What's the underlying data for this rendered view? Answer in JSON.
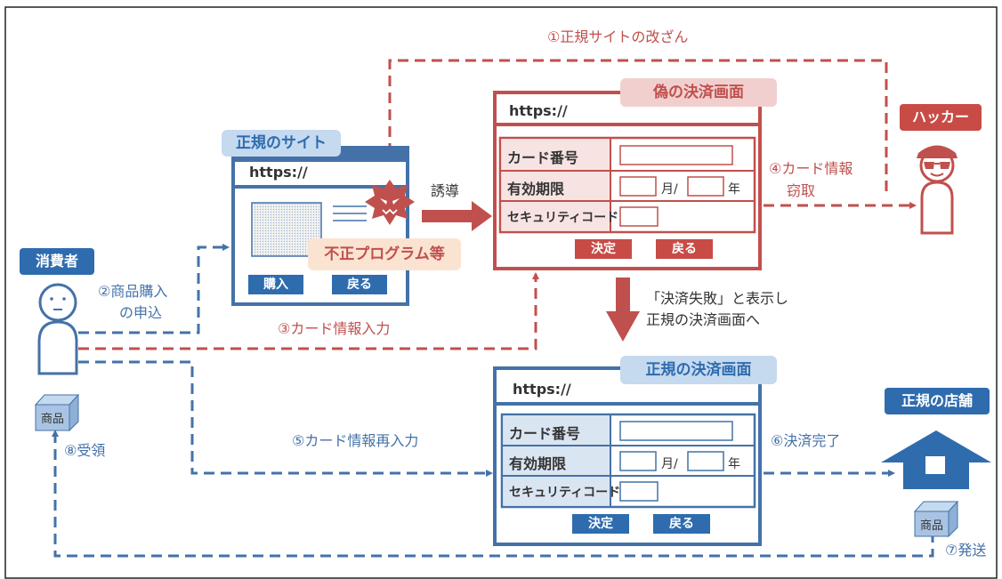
{
  "steps": {
    "s1": "①正規サイトの改ざん",
    "s2_line1": "②商品購入",
    "s2_line2": "の申込",
    "s3": "③カード情報入力",
    "s4_line1": "④カード情報",
    "s4_line2": "窃取",
    "s5": "⑤カード情報再入力",
    "s6": "⑥決済完了",
    "s7": "⑦発送",
    "s8": "⑧受領"
  },
  "labels": {
    "consumer": "消費者",
    "hacker": "ハッカー",
    "legit_site": "正規のサイト",
    "fake_payment": "偽の決済画面",
    "legit_payment": "正規の決済画面",
    "legit_store": "正規の店舗",
    "malware": "不正プログラム等",
    "redirect": "誘導",
    "fail_line1": "「決済失敗」と表示し",
    "fail_line2": "正規の決済画面へ",
    "goods": "商品"
  },
  "site": {
    "url": "https://",
    "buy": "購入",
    "back": "戻る"
  },
  "form": {
    "url": "https://",
    "card_number": "カード番号",
    "expiry": "有効期限",
    "security_code": "セキュリティコード",
    "month": "月/",
    "year": "年",
    "confirm": "決定",
    "back": "戻る"
  },
  "colors": {
    "blue": "#4472a8",
    "dark_blue": "#2e6cae",
    "red": "#c0504d",
    "light_blue": "#c5d9ef",
    "pink": "#f2cfcf"
  }
}
